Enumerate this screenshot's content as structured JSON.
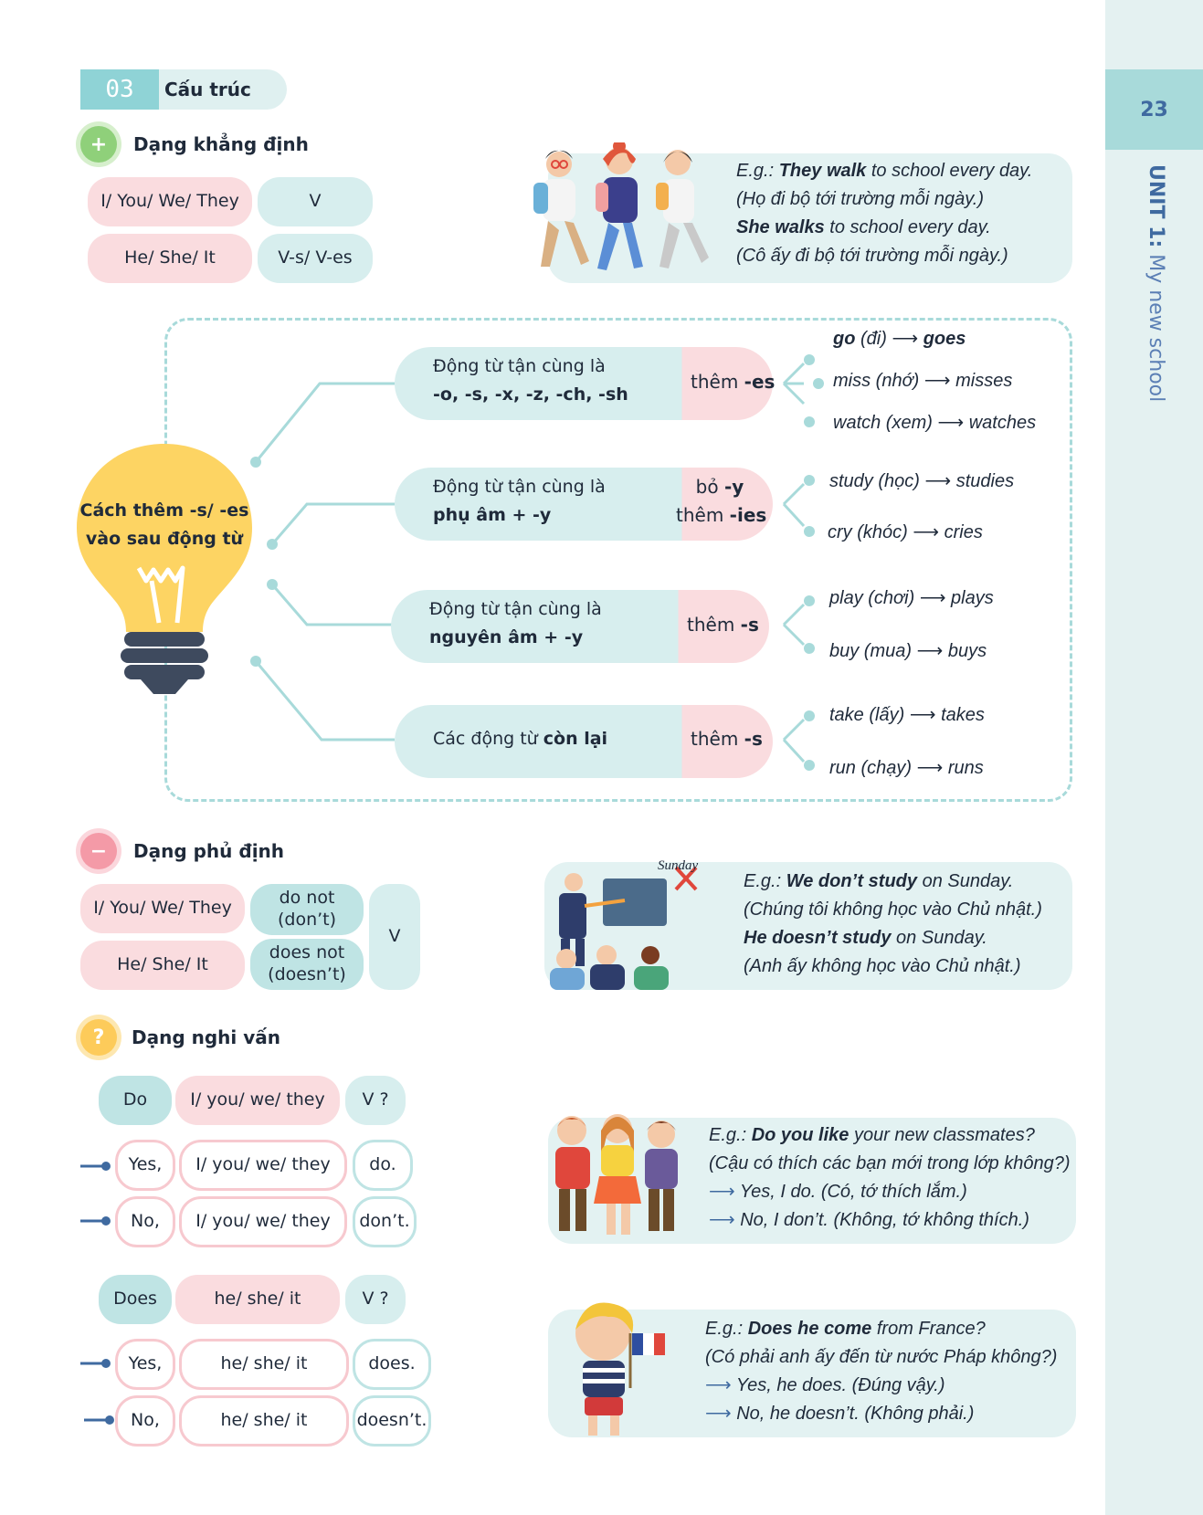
{
  "page": {
    "number": "23",
    "unit_bold": "UNIT 1:",
    "unit_rest": " My new school"
  },
  "section": {
    "number": "03",
    "title": "Cấu trúc"
  },
  "affirmative": {
    "icon": "+",
    "title": "Dạng khẳng định",
    "rows": [
      {
        "subject": "I/ You/ We/ They",
        "verb": "V"
      },
      {
        "subject": "He/ She/ It",
        "verb": "V-s/ V-es"
      }
    ],
    "example": {
      "lines": [
        {
          "prefix": "E.g.: ",
          "bold": "They walk",
          "rest": " to school every day."
        },
        {
          "prefix": "",
          "bold": "",
          "rest": "(Họ đi bộ tới trường mỗi ngày.)"
        },
        {
          "prefix": "",
          "bold": "She walks",
          "rest": " to school every day."
        },
        {
          "prefix": "",
          "bold": "",
          "rest": "(Cô ấy đi bộ tới trường mỗi ngày.)"
        }
      ]
    }
  },
  "mindmap": {
    "center_line1": "Cách thêm -s/ -es",
    "center_line2": "vào sau động từ",
    "rules": [
      {
        "line1": "Động từ tận cùng là",
        "line2": "-o, -s, -x, -z, -ch, -sh",
        "action1": "thêm ",
        "action1_bold": "-es",
        "action2": "",
        "action2_bold": "",
        "examples": [
          {
            "base": "go",
            "meaning": " (đi)",
            "result": "goes"
          },
          {
            "base": "miss",
            "meaning": " (nhớ)",
            "result": "misses"
          },
          {
            "base": "watch",
            "meaning": " (xem)",
            "result": "watches"
          }
        ]
      },
      {
        "line1": "Động từ tận cùng là",
        "line2": "phụ âm + -y",
        "action1": "bỏ ",
        "action1_bold": "-y",
        "action2": "thêm ",
        "action2_bold": "-ies",
        "examples": [
          {
            "base": "study",
            "meaning": " (học)",
            "result": "studies"
          },
          {
            "base": "cry",
            "meaning": " (khóc)",
            "result": "cries"
          }
        ]
      },
      {
        "line1": "Động từ tận cùng là",
        "line2": "nguyên âm + -y",
        "action1": "thêm ",
        "action1_bold": "-s",
        "action2": "",
        "action2_bold": "",
        "examples": [
          {
            "base": "play",
            "meaning": " (chơi)",
            "result": "plays"
          },
          {
            "base": "buy",
            "meaning": " (mua)",
            "result": "buys"
          }
        ]
      },
      {
        "line1": "Các động từ ",
        "line1_bold": "còn lại",
        "line2": "",
        "action1": "thêm ",
        "action1_bold": "-s",
        "action2": "",
        "action2_bold": "",
        "examples": [
          {
            "base": "take",
            "meaning": " (lấy)",
            "result": "takes"
          },
          {
            "base": "run",
            "meaning": " (chạy)",
            "result": "runs"
          }
        ]
      }
    ]
  },
  "negative": {
    "icon": "−",
    "title": "Dạng phủ định",
    "rows": [
      {
        "subject": "I/ You/ We/ They",
        "aux_line1": "do not",
        "aux_line2": "(don’t)"
      },
      {
        "subject": "He/ She/ It",
        "aux_line1": "does not",
        "aux_line2": "(doesn’t)"
      }
    ],
    "verb": "V",
    "picture_caption": "Sunday",
    "example": {
      "lines": [
        {
          "prefix": "E.g.: ",
          "bold": "We don’t study",
          "rest": " on Sunday."
        },
        {
          "prefix": "",
          "bold": "",
          "rest": "(Chúng tôi không học vào Chủ nhật.)"
        },
        {
          "prefix": "",
          "bold": "He doesn’t study",
          "rest": " on Sunday."
        },
        {
          "prefix": "",
          "bold": "",
          "rest": "(Anh ấy không học vào Chủ nhật.)"
        }
      ]
    }
  },
  "interrogative": {
    "icon": "?",
    "title": "Dạng nghi vấn",
    "group1": {
      "question": [
        "Do",
        "I/ you/ we/ they",
        "V ?"
      ],
      "yes": [
        "Yes,",
        "I/ you/ we/ they",
        "do."
      ],
      "no": [
        "No,",
        "I/ you/ we/ they",
        "don’t."
      ]
    },
    "group2": {
      "question": [
        "Does",
        "he/ she/ it",
        "V ?"
      ],
      "yes": [
        "Yes,",
        "he/ she/ it",
        "does."
      ],
      "no": [
        "No,",
        "he/ she/ it",
        "doesn’t."
      ]
    },
    "example1": {
      "q_prefix": "E.g.: ",
      "q_bold": "Do you like",
      "q_rest": " your new classmates?",
      "q_trans": "(Cậu có thích các bạn mới trong lớp không?)",
      "yes": "Yes, I do. (Có, tớ thích lắm.)",
      "no": "No, I don’t. (Không, tớ không thích.)"
    },
    "example2": {
      "q_prefix": "E.g.: ",
      "q_bold": "Does he come",
      "q_rest": " from France?",
      "q_trans": "(Có phải anh ấy đến từ nước Pháp không?)",
      "yes": "Yes, he does. (Đúng vậy.)",
      "no": "No, he doesn’t. (Không phải.)"
    }
  },
  "colors": {
    "teal": "#a8dada",
    "pink": "#fadcdf",
    "bulb": "#fdd463",
    "side": "#e4f1f1"
  }
}
